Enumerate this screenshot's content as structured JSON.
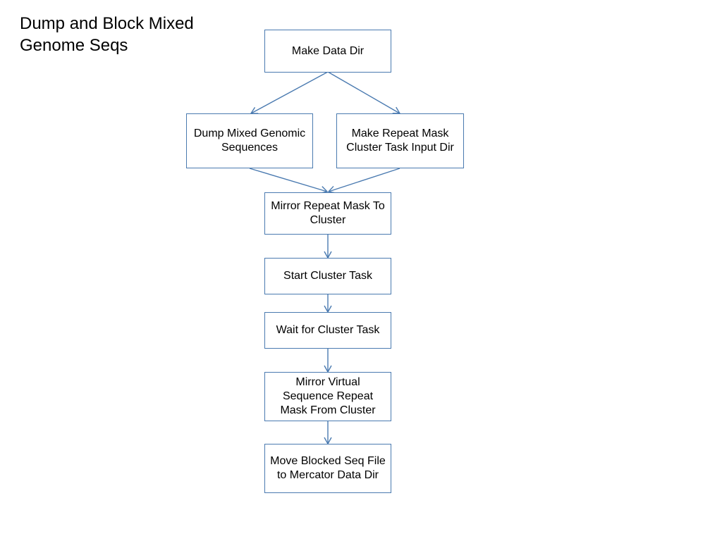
{
  "title": {
    "line1": "Dump and Block Mixed",
    "line2": "Genome Seqs"
  },
  "nodes": {
    "make_data_dir": "Make Data Dir",
    "dump_mixed": "Dump Mixed Genomic Sequences",
    "make_repeat_mask": "Make Repeat Mask Cluster Task Input Dir",
    "mirror_repeat_mask": "Mirror Repeat Mask To Cluster",
    "start_cluster_task": "Start Cluster Task",
    "wait_cluster_task": "Wait for Cluster Task",
    "mirror_virtual": "Mirror Virtual Sequence Repeat Mask From Cluster",
    "move_blocked": "Move Blocked Seq File to Mercator Data Dir"
  },
  "colors": {
    "box_border": "#4a7ab0",
    "arrow": "#4a7ab0",
    "text": "#000000"
  }
}
